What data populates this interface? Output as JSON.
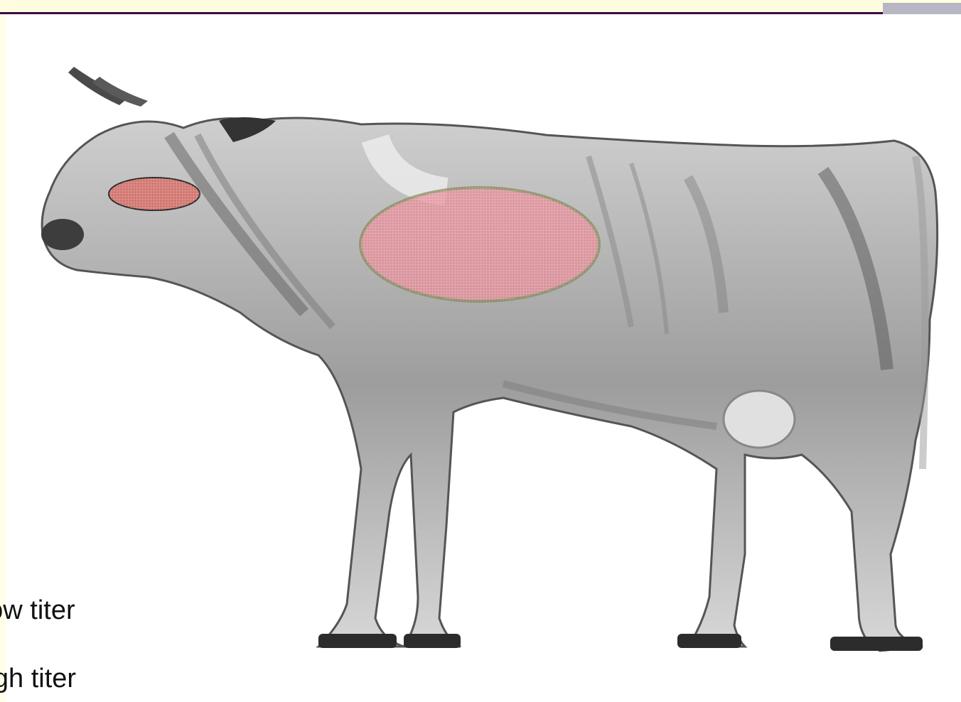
{
  "legend": {
    "low_label": "Low titer",
    "high_label": "High titer"
  },
  "colors": {
    "background": "#ffffff",
    "slide_background": "#fffee8",
    "top_rule": "#3d0a3e",
    "low_titer_fill": "#d66a62",
    "high_titer_fill": "#e88a96"
  },
  "icons": {
    "illustration": "cow-anatomy-sketch"
  }
}
